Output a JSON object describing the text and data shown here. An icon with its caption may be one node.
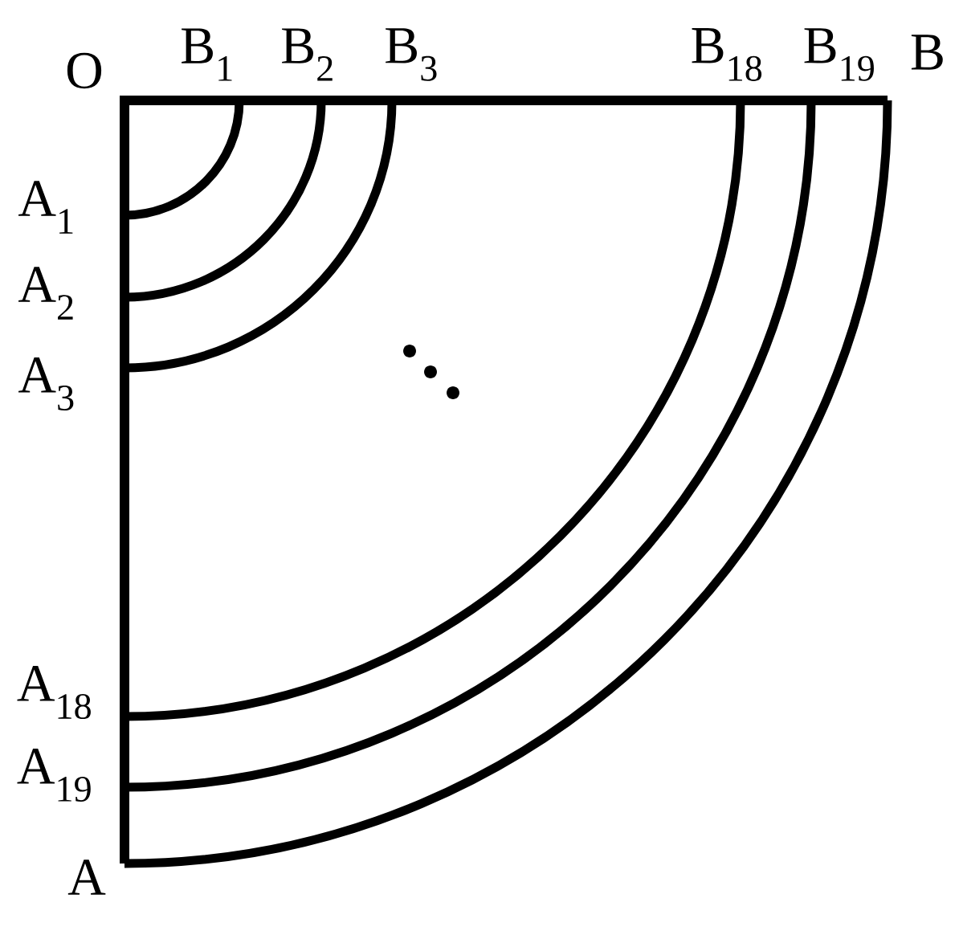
{
  "diagram": {
    "labels": [
      "O",
      "B$_{1}$",
      "B$_{2}$",
      "B$_{3}$",
      "B$_{18}$",
      "B$_{19}$",
      "B",
      "A$_{1}$",
      "A$_{2}$",
      "A$_{3}$",
      "A$_{18}$",
      "A$_{19}$",
      "A"
    ]
  }
}
